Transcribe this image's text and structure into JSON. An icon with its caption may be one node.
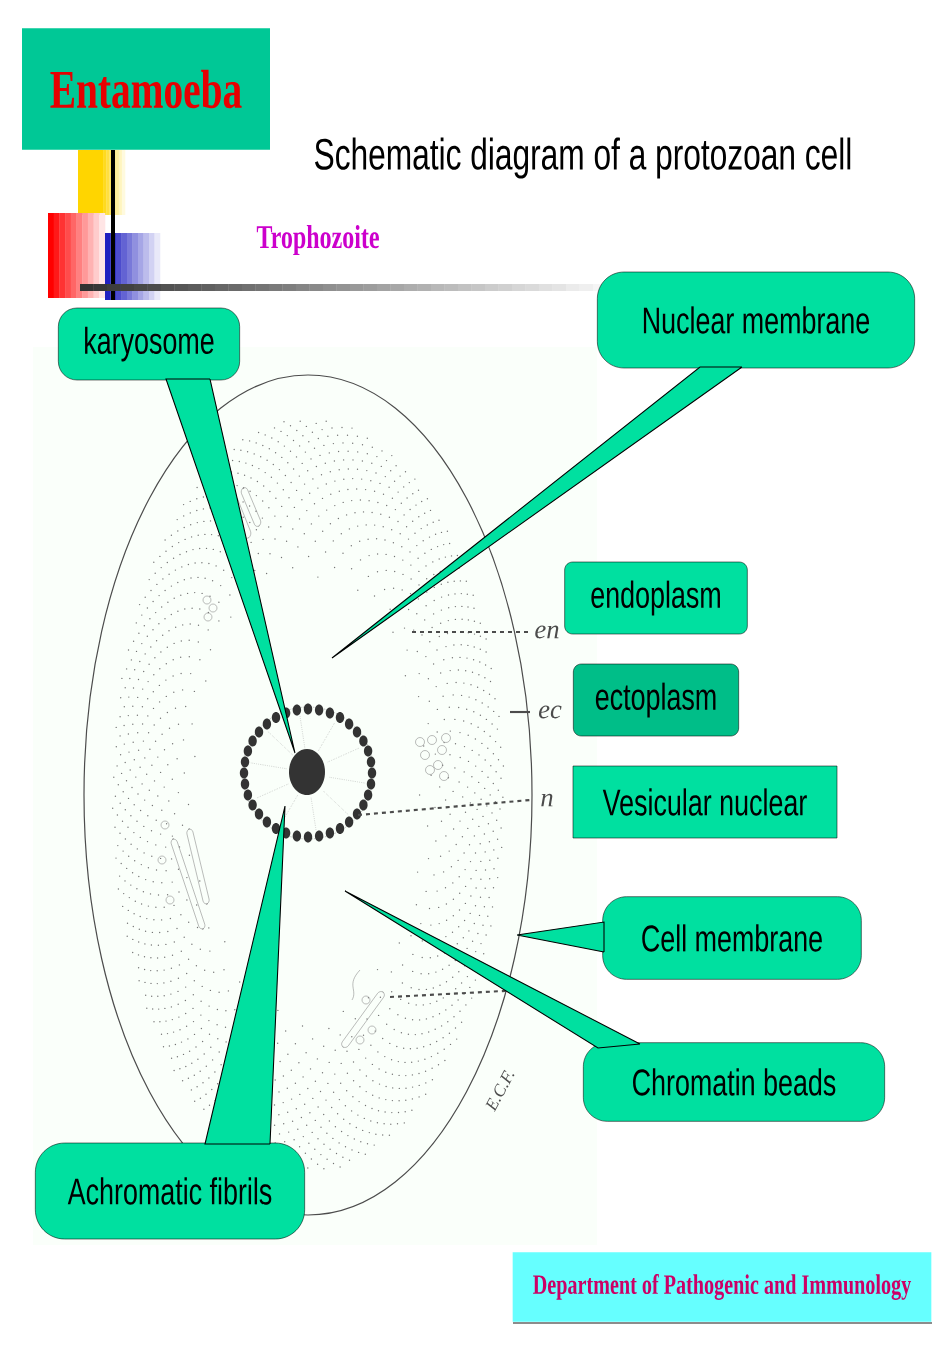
{
  "diagram": {
    "title": "Schematic diagram of a protozoan cell",
    "nodes": [
      {
        "text": [
          "Entamoeba"
        ]
      },
      {
        "text": [
          "karyosome"
        ]
      },
      {
        "text": [
          "Nuclear membrane"
        ]
      },
      {
        "text": [
          "endoplasm"
        ]
      },
      {
        "text": [
          "ectoplasm"
        ]
      },
      {
        "text": [
          "Vesicular nuclear"
        ]
      },
      {
        "text": [
          "Cell membrane"
        ]
      },
      {
        "text": [
          "Chromatin beads"
        ]
      },
      {
        "text": [
          "Achromatic fibrils"
        ]
      },
      {
        "text": [
          "Department of Pathogenic and Immunology"
        ]
      }
    ],
    "edges": [
      {
        "from": 1,
        "to": null,
        "arrow": "none"
      },
      {
        "from": 2,
        "to": null,
        "arrow": "none"
      },
      {
        "from": 6,
        "to": null,
        "arrow": "none"
      },
      {
        "from": 7,
        "to": null,
        "arrow": "none"
      },
      {
        "from": 8,
        "to": null,
        "arrow": "none"
      }
    ],
    "labels": [
      "Trophozoite",
      "en",
      "ec",
      "n",
      "E.C.F."
    ]
  }
}
